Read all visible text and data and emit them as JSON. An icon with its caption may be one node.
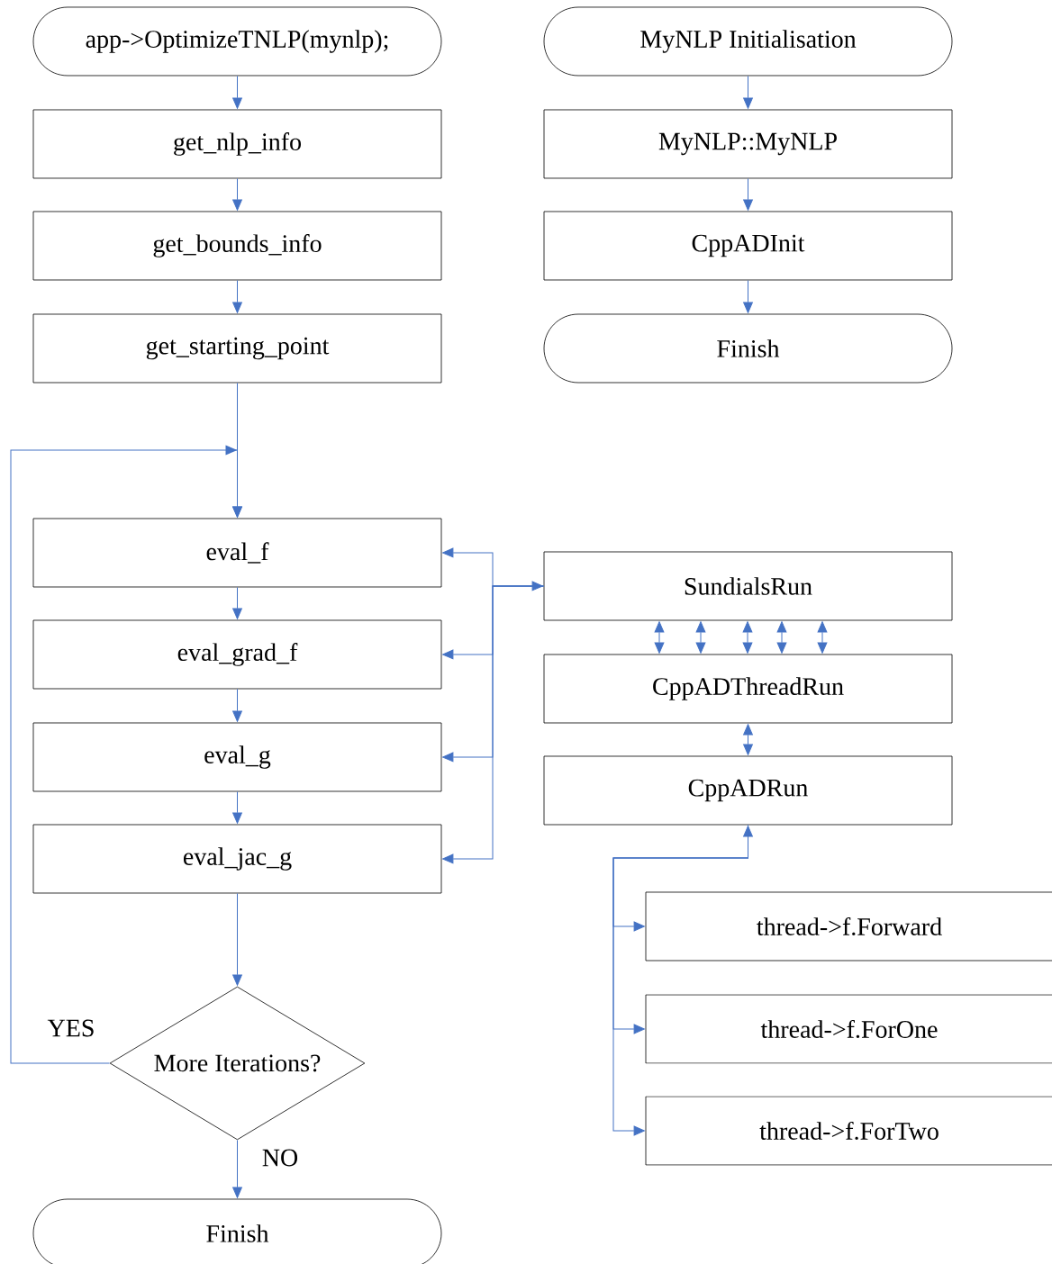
{
  "diagram": {
    "nodes": [
      {
        "text": [
          "app->OptimizeTNLP(mynlp);"
        ]
      },
      {
        "text": [
          "get_nlp_info"
        ]
      },
      {
        "text": [
          "get_bounds_info"
        ]
      },
      {
        "text": [
          "get_starting_point"
        ]
      },
      {
        "text": [
          "eval_f"
        ]
      },
      {
        "text": [
          "eval_grad_f"
        ]
      },
      {
        "text": [
          "eval_g"
        ]
      },
      {
        "text": [
          "eval_jac_g"
        ]
      },
      {
        "text": [
          "More Iterations?"
        ]
      },
      {
        "text": [
          "Finish"
        ]
      },
      {
        "text": [
          "MyNLP Initialisation"
        ]
      },
      {
        "text": [
          "MyNLP::MyNLP"
        ]
      },
      {
        "text": [
          "CppADInit"
        ]
      },
      {
        "text": [
          "Finish"
        ]
      },
      {
        "text": [
          "SundialsRun"
        ]
      },
      {
        "text": [
          "CppADThreadRun"
        ]
      },
      {
        "text": [
          "CppADRun"
        ]
      },
      {
        "text": [
          "thread->f.Forward"
        ]
      },
      {
        "text": [
          "thread->f.ForOne"
        ]
      },
      {
        "text": [
          "thread->f.ForTwo"
        ]
      }
    ],
    "edges": [
      {
        "from": 0,
        "to": 1,
        "arrow": "to"
      },
      {
        "from": 1,
        "to": 2,
        "arrow": "to"
      },
      {
        "from": 2,
        "to": 3,
        "arrow": "to"
      },
      {
        "from": 3,
        "to": 4,
        "arrow": "to"
      },
      {
        "from": 4,
        "to": 5,
        "arrow": "to"
      },
      {
        "from": 5,
        "to": 6,
        "arrow": "to"
      },
      {
        "from": 6,
        "to": 7,
        "arrow": "to"
      },
      {
        "from": 7,
        "to": 8,
        "arrow": "to"
      },
      {
        "from": 8,
        "to": 4,
        "arrow": "to",
        "label": "YES"
      },
      {
        "from": 8,
        "to": 9,
        "arrow": "to",
        "label": "NO"
      },
      {
        "from": 10,
        "to": 11,
        "arrow": "to"
      },
      {
        "from": 11,
        "to": 12,
        "arrow": "to"
      },
      {
        "from": 12,
        "to": 13,
        "arrow": "to"
      },
      {
        "from": 14,
        "to": 4,
        "arrow": "both"
      },
      {
        "from": 14,
        "to": 5,
        "arrow": "to"
      },
      {
        "from": 14,
        "to": 6,
        "arrow": "to"
      },
      {
        "from": 14,
        "to": 7,
        "arrow": "to"
      },
      {
        "from": 14,
        "to": 15,
        "arrow": "both"
      },
      {
        "from": 14,
        "to": 15,
        "arrow": "both"
      },
      {
        "from": 14,
        "to": 15,
        "arrow": "both"
      },
      {
        "from": 14,
        "to": 15,
        "arrow": "both"
      },
      {
        "from": 14,
        "to": 15,
        "arrow": "both"
      },
      {
        "from": 15,
        "to": 16,
        "arrow": "both"
      },
      {
        "from": 16,
        "to": 17,
        "arrow": "both"
      },
      {
        "from": 16,
        "to": 18,
        "arrow": "to"
      },
      {
        "from": 16,
        "to": 19,
        "arrow": "to"
      }
    ]
  }
}
